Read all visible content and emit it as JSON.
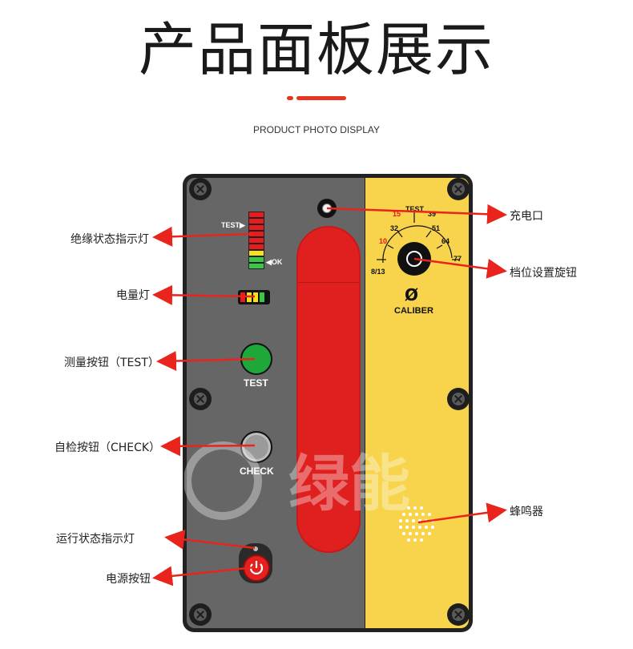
{
  "header": {
    "title": "产品面板展示",
    "subtitle": "PRODUCT PHOTO DISPLAY",
    "accent_color": "#e8341c"
  },
  "device": {
    "bar_label_test": "TEST▶",
    "bar_label_ok": "◀OK",
    "test_button_label": "TEST",
    "check_button_label": "CHECK",
    "dial_numbers": [
      "15",
      "TEST",
      "39",
      "32",
      "51",
      "10",
      "64",
      "8/13",
      "77"
    ],
    "dial_symbol": "Ø",
    "dial_caption": "CALIBER",
    "watermark_text": "绿能"
  },
  "callouts": {
    "insulation_status_light": "绝缘状态指示灯",
    "battery_light": "电量灯",
    "test_button": "测量按钮（TEST）",
    "check_button": "自检按钮（CHECK）",
    "run_status_light": "运行状态指示灯",
    "power_button": "电源按钮",
    "charge_port": "充电口",
    "range_knob": "档位设置旋钮",
    "buzzer": "蜂鸣器"
  },
  "colors": {
    "panel_gray": "#666666",
    "panel_yellow": "#f7d44c",
    "window_red": "#e01f1f",
    "arrow_red": "#e8241c"
  }
}
